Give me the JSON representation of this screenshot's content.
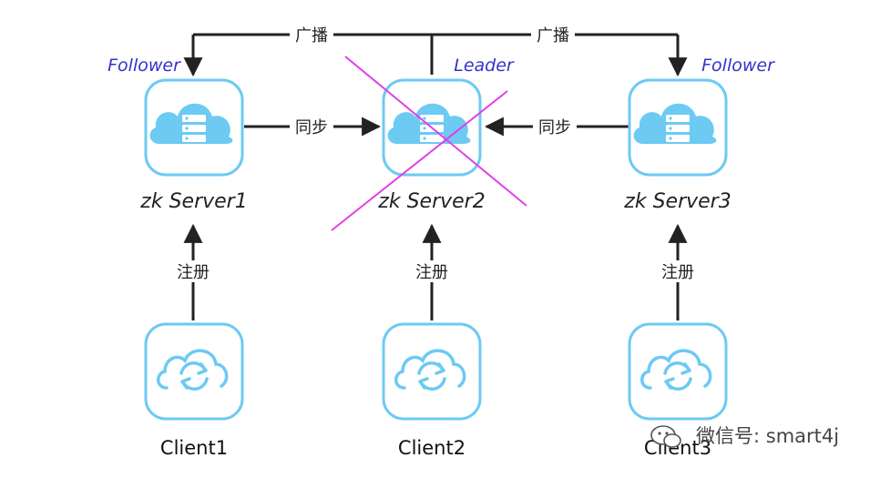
{
  "diagram": {
    "roles": {
      "server1": "Follower",
      "server2": "Leader",
      "server3": "Follower"
    },
    "servers": [
      {
        "label": "zk Server1"
      },
      {
        "label": "zk Server2"
      },
      {
        "label": "zk Server3"
      }
    ],
    "clients": [
      {
        "label": "Client1"
      },
      {
        "label": "Client2"
      },
      {
        "label": "Client3"
      }
    ],
    "edges": {
      "broadcast_left": "广播",
      "broadcast_right": "广播",
      "sync_left": "同步",
      "sync_right": "同步",
      "register_1": "注册",
      "register_2": "注册",
      "register_3": "注册"
    },
    "watermark": "微信号: smart4j",
    "colors": {
      "box_border": "#6ccaf3",
      "icon_fill": "#6ccaf3",
      "role_text": "#3333cc",
      "cross_mark": "#e040e8",
      "arrow": "#222222"
    }
  }
}
